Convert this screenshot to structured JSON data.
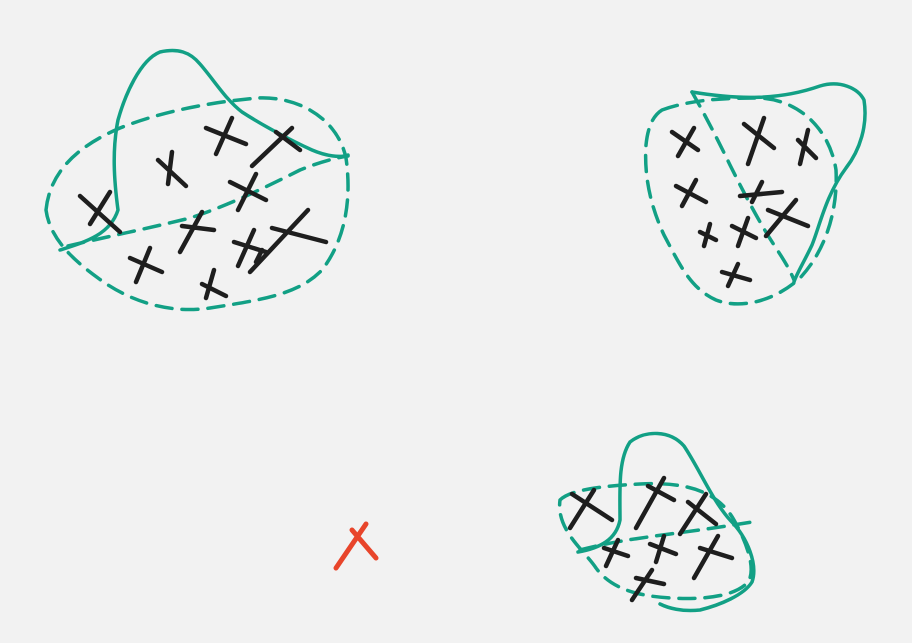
{
  "canvas": {
    "background": "#f2f2f2"
  },
  "colors": {
    "point": "#1e1e1e",
    "boundary": "#12a085",
    "outlier": "#e8452b"
  },
  "clusters": [
    {
      "name": "cluster-top-left",
      "point_count": 12,
      "boundaries": [
        "solid",
        "dashed"
      ]
    },
    {
      "name": "cluster-top-right",
      "point_count": 10,
      "boundaries": [
        "solid",
        "dashed"
      ]
    },
    {
      "name": "cluster-bottom-right",
      "point_count": 8,
      "boundaries": [
        "solid",
        "dashed"
      ]
    }
  ],
  "outliers": [
    {
      "name": "outlier-point",
      "marker": "x"
    }
  ]
}
